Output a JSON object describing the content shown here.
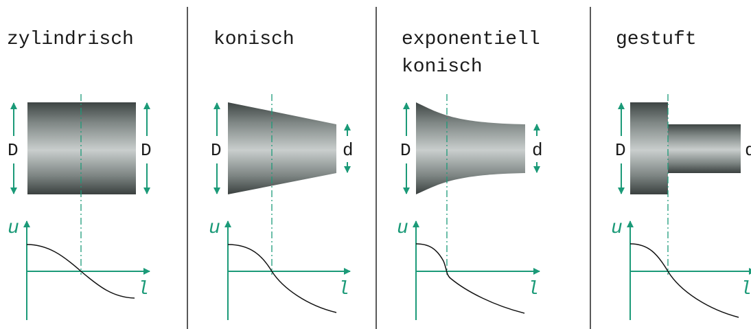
{
  "colors": {
    "accent": "#1b9a78",
    "curve": "#111111",
    "divider": "#222222"
  },
  "panels": [
    {
      "title_lines": [
        "zylindrisch"
      ],
      "left_dim": "D",
      "right_dim": "D",
      "y_axis": "u",
      "x_axis": "l"
    },
    {
      "title_lines": [
        "konisch"
      ],
      "left_dim": "D",
      "right_dim": "d",
      "y_axis": "u",
      "x_axis": "l"
    },
    {
      "title_lines": [
        "exponentiell",
        "konisch"
      ],
      "left_dim": "D",
      "right_dim": "d",
      "y_axis": "u",
      "x_axis": "l"
    },
    {
      "title_lines": [
        "gestuft"
      ],
      "left_dim": "D",
      "right_dim": "d",
      "y_axis": "u",
      "x_axis": "l"
    }
  ]
}
